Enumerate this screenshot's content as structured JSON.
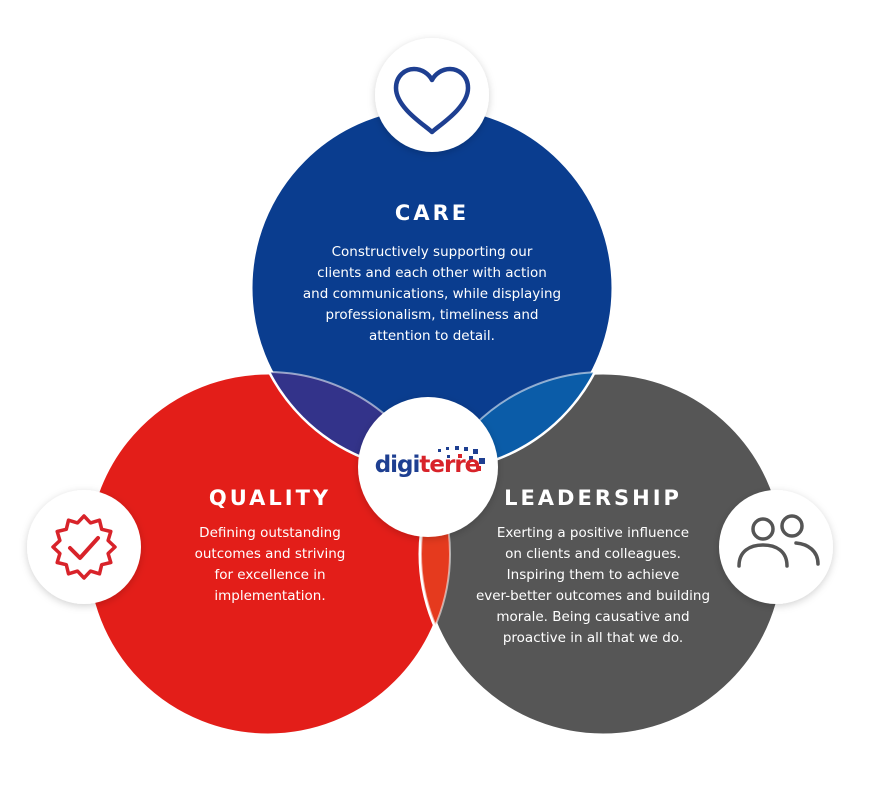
{
  "colors": {
    "care": "#0a3d8f",
    "quality": "#e31e19",
    "leadership": "#565656",
    "care_quality_overlap": "#33338a",
    "care_leadership_overlap": "#0b5ca8",
    "quality_leadership_overlap": "#e53a1e",
    "icon_blue": "#1e3f91",
    "icon_red": "#d8232a",
    "icon_gray": "#555555",
    "white": "#ffffff"
  },
  "care": {
    "title": "CARE",
    "description": "Constructively supporting our\nclients and each other with action\nand communications, while displaying\nprofessionalism, timeliness and\nattention to detail.",
    "icon": "heart-icon"
  },
  "quality": {
    "title": "QUALITY",
    "description": "Defining outstanding\noutcomes and striving\nfor excellence in\nimplementation.",
    "icon": "badge-check-icon"
  },
  "leadership": {
    "title": "LEADERSHIP",
    "description": "Exerting a positive influence\non clients and colleagues.\nInspiring them to achieve\never-better outcomes and building\nmorale. Being causative and\nproactive in all that we do.",
    "icon": "people-icon"
  },
  "logo": {
    "part_a": "digi",
    "part_b": "terre"
  }
}
